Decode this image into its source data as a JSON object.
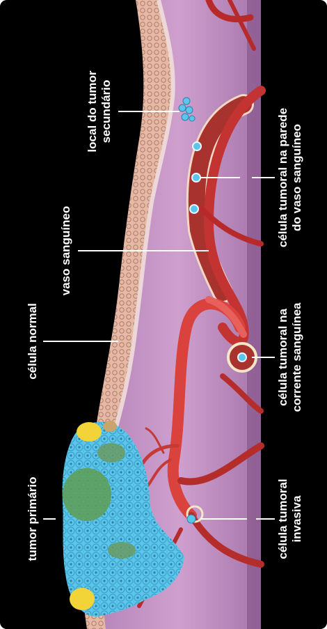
{
  "labels": {
    "primary_tumor": "tumor primário",
    "normal_cell": "célula normal",
    "blood_vessel": "vaso sanguíneo",
    "secondary_tumor_line1": "local do tumor",
    "secondary_tumor_line2": "secundário",
    "invasive_cell_line1": "célula tumoral",
    "invasive_cell_line2": "invasiva",
    "bloodstream_cell_line1": "célula tumoral na",
    "bloodstream_cell_line2": "corrente sanguínea",
    "vessel_wall_cell_line1": "célula tumoral na parede",
    "vessel_wall_cell_line2": "do vaso sanguíneo"
  },
  "colors": {
    "background": "#000000",
    "tissue": "#c89ac8",
    "tissue_dark": "#a574a8",
    "epithelium": "#e6b9a4",
    "vessel": "#c9302f",
    "vessel_light": "#e8605c",
    "tumor_cell": "#5bc6ea",
    "tumor_green": "#5e9e5a",
    "tumor_yellow": "#f2d338"
  }
}
